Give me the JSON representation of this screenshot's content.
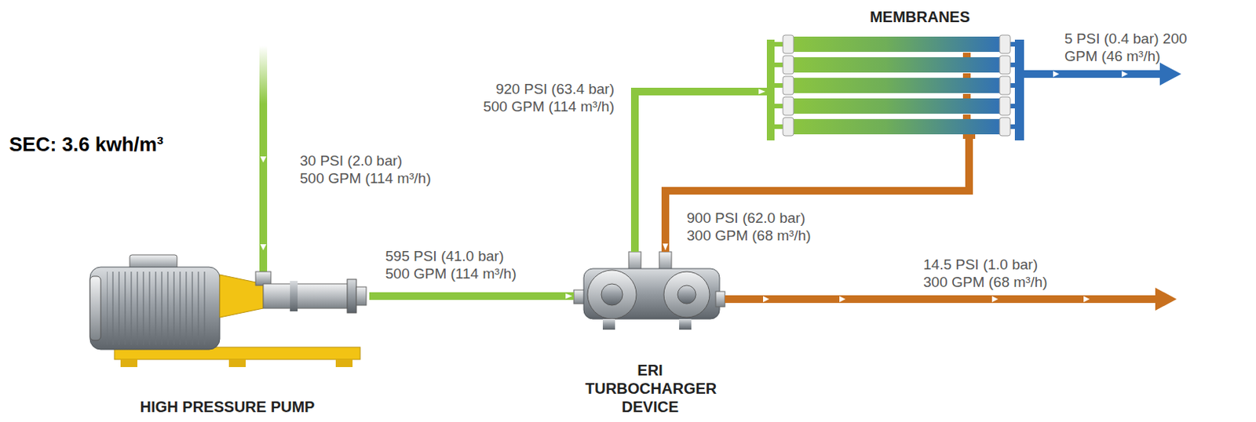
{
  "diagram": {
    "nodes": [
      {
        "text": [
          "MEMBRANES"
        ]
      },
      {
        "text": [
          "HIGH PRESSURE PUMP"
        ]
      },
      {
        "text": [
          "ERI TURBOCHARGER DEVICE"
        ]
      }
    ],
    "edges": [
      {
        "from": 1,
        "to": 2,
        "arrow": "to",
        "label": "595 PSI (41.0 bar) 500 GPM (114 m³/h)"
      },
      {
        "from": 2,
        "to": 0,
        "arrow": "to",
        "label": "920 PSI (63.4 bar) 500 GPM (114 m³/h)"
      },
      {
        "from": 0,
        "to": 2,
        "arrow": "to",
        "label": "900 PSI (62.0 bar) 300 GPM (68 m³/h)"
      }
    ],
    "labels": [
      "SEC: 3.6 kwh/m³",
      "30 PSI (2.0 bar)",
      "500 GPM (114 m³/h)",
      "5 PSI (0.4 bar) 200 GPM (46 m³/h)",
      "14.5 PSI (1.0 bar) 300 GPM (68 m³/h)"
    ]
  }
}
